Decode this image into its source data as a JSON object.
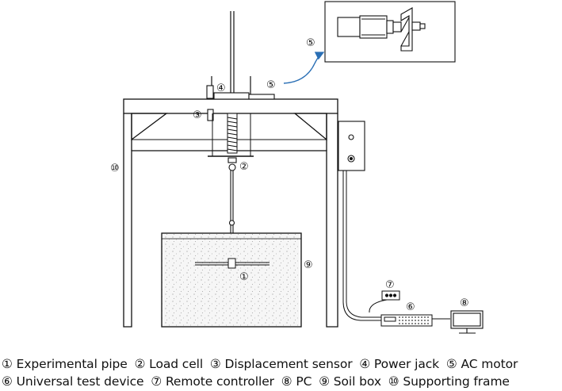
{
  "markers": {
    "experimental_pipe": "①",
    "load_cell": "②",
    "displacement_sensor": "③",
    "power_jack": "④",
    "ac_motor": "⑤",
    "ac_motor_detail": "⑤",
    "universal_test_device": "⑥",
    "remote_controller": "⑦",
    "pc": "⑧",
    "soil_box": "⑨",
    "supporting_frame": "⑩"
  },
  "legend": {
    "line1": [
      "① Experimental pipe",
      "② Load cell",
      "③ Displacement sensor",
      "④ Power jack",
      "⑤ AC motor"
    ],
    "line2": [
      "⑥ Universal test device",
      "⑦ Remote controller",
      "⑧ PC",
      "⑨ Soil box",
      "⑩ Supporting frame"
    ]
  },
  "colors": {
    "line": "#111111",
    "arrow": "#2a6fb5",
    "soil_fill": "#f4f4f4",
    "paper": "#ffffff"
  }
}
